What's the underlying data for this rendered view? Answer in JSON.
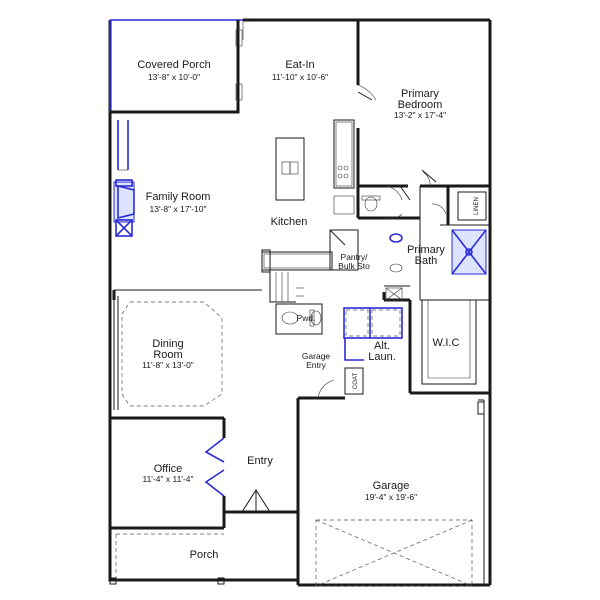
{
  "rooms": {
    "covered_porch": {
      "name": "Covered Porch",
      "dims": "13'-8\" x 10'-0\""
    },
    "eat_in": {
      "name": "Eat-In",
      "dims": "11'-10\" x 10'-6\""
    },
    "primary_bedroom": {
      "name_line1": "Primary",
      "name_line2": "Bedroom",
      "dims": "13'-2\" x 17'-4\""
    },
    "family_room": {
      "name": "Family Room",
      "dims": "13'-8\" x 17'-10\""
    },
    "kitchen": {
      "name": "Kitchen"
    },
    "pantry": {
      "name_line1": "Pantry/",
      "name_line2": "Bulk Sto"
    },
    "primary_bath": {
      "name_line1": "Primary",
      "name_line2": "Bath"
    },
    "linen": {
      "name": "LINEN"
    },
    "powder": {
      "name": "Pwd."
    },
    "dining_room": {
      "name_line1": "Dining",
      "name_line2": "Room",
      "dims": "11'-8\" x 13'-0\""
    },
    "garage_entry": {
      "name_line1": "Garage",
      "name_line2": "Entry"
    },
    "alt_laundry": {
      "name_line1": "Alt.",
      "name_line2": "Laun."
    },
    "coat": {
      "name": "COAT"
    },
    "wic": {
      "name": "W.I.C"
    },
    "office": {
      "name": "Office",
      "dims": "11'-4\" x 11'-4\""
    },
    "entry": {
      "name": "Entry"
    },
    "garage": {
      "name": "Garage",
      "dims": "19'-4\" x 19'-6\""
    },
    "porch": {
      "name": "Porch"
    }
  }
}
